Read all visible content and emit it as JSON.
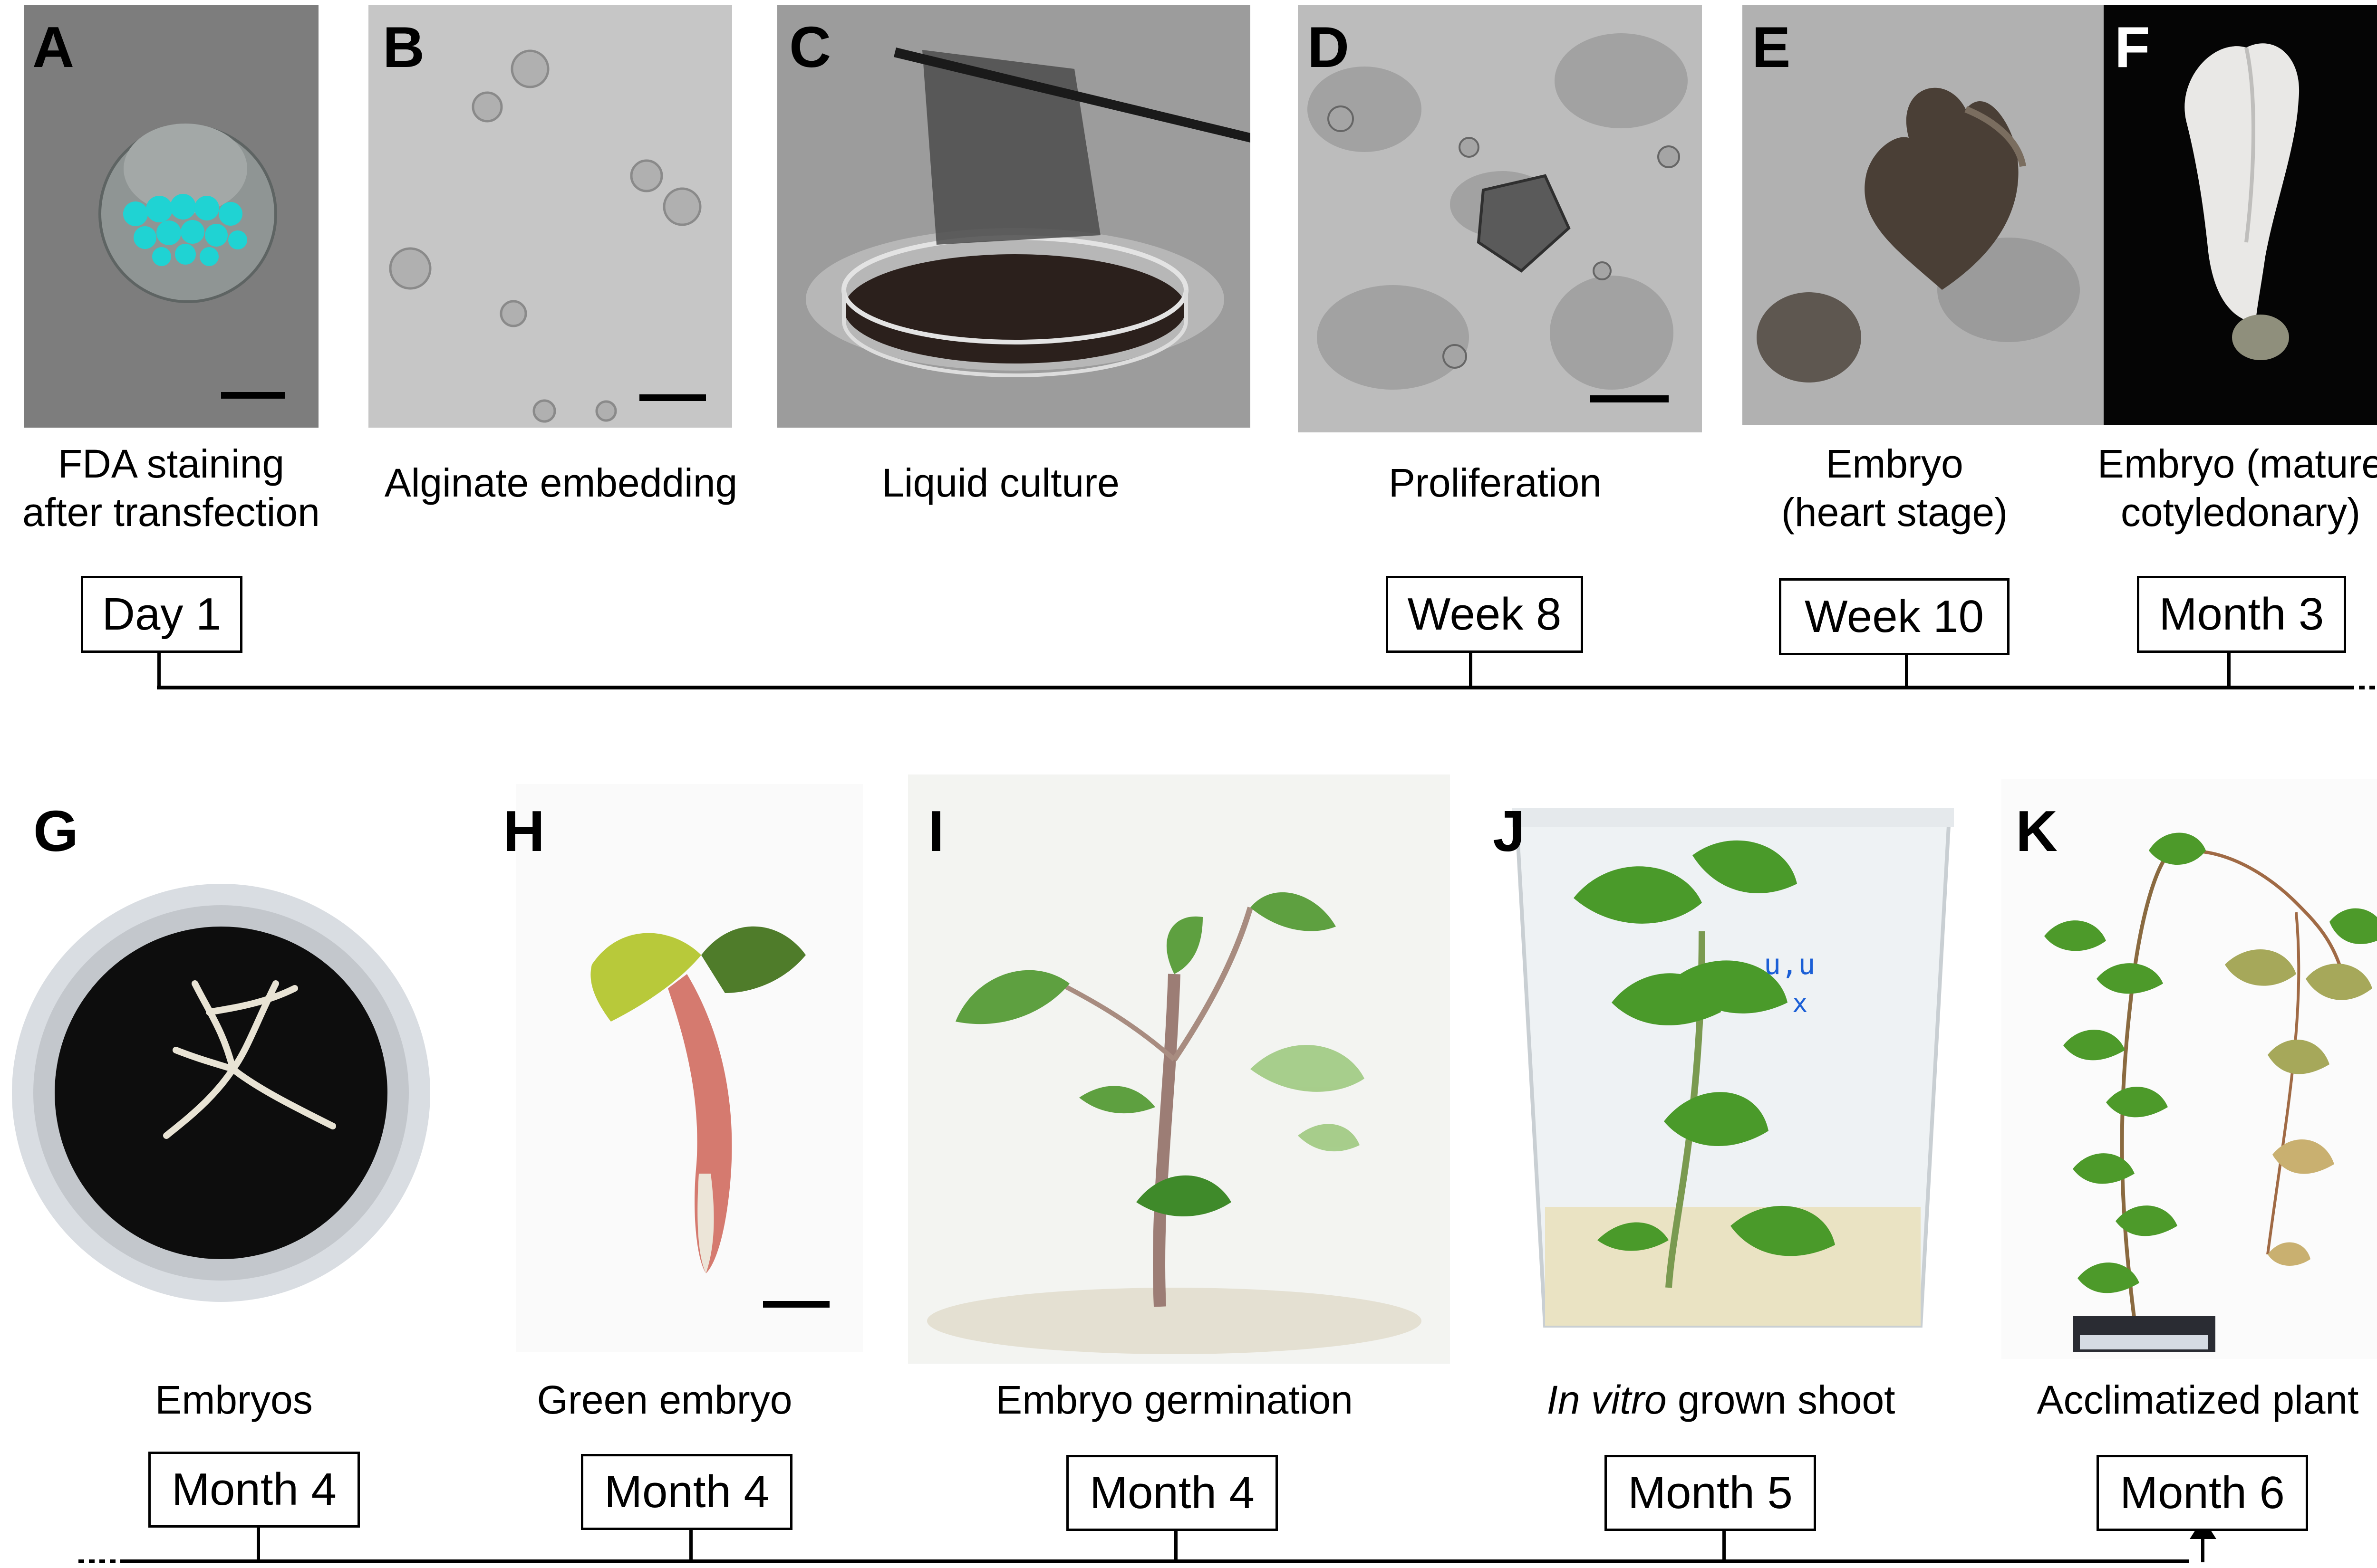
{
  "top_row": {
    "panels": [
      {
        "letter": "A",
        "caption_lines": [
          "FDA staining",
          "after transfection"
        ]
      },
      {
        "letter": "B",
        "caption_lines": [
          "Alginate embedding"
        ]
      },
      {
        "letter": "C",
        "caption_lines": [
          "Liquid culture"
        ]
      },
      {
        "letter": "D",
        "caption_lines": [
          "Proliferation"
        ]
      },
      {
        "letter": "E",
        "caption_lines": [
          "Embryo",
          "(heart stage)"
        ]
      },
      {
        "letter": "F",
        "caption_lines": [
          "Embryo (mature",
          "cotyledonary)"
        ]
      }
    ],
    "timeline": [
      "Day 1",
      "Week 8",
      "Week 10",
      "Month 3"
    ]
  },
  "bottom_row": {
    "panels": [
      {
        "letter": "G",
        "caption": "Embryos"
      },
      {
        "letter": "H",
        "caption": "Green embryo"
      },
      {
        "letter": "I",
        "caption": "Embryo germination"
      },
      {
        "letter": "J",
        "caption_italic": "In vitro",
        "caption_rest": " grown shoot"
      },
      {
        "letter": "K",
        "caption": "Acclimatized plant"
      }
    ],
    "timeline": [
      "Month 4",
      "Month 4",
      "Month 4",
      "Month 5",
      "Month 6"
    ]
  },
  "colors": {
    "fda_fluorescence": "#1fd3d3",
    "brightfield_gray": "#c2c2c2",
    "leaf_green": "#4d9a2a",
    "stem_red": "#c86060",
    "timeline": "#000000"
  }
}
